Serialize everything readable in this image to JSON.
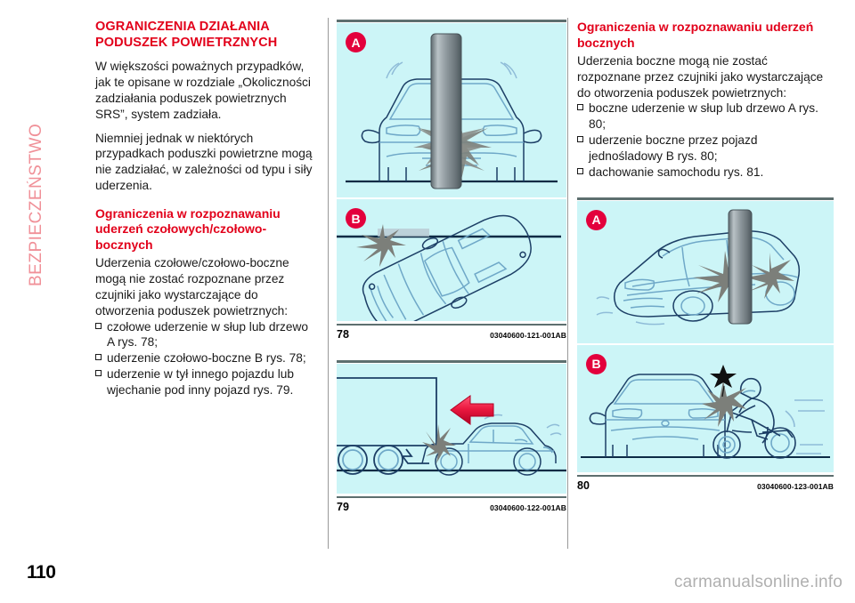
{
  "sidebar": {
    "section_label": "BEZPIECZEŃSTWO"
  },
  "page": {
    "number": "110",
    "watermark": "carmanualsonline.info",
    "accent_red": "#e2001a",
    "badge_red": "#e3003c",
    "panel_bg": "#ccf5f7",
    "rule_color": "#5d6f6f",
    "side_tab_color": "#f09098"
  },
  "column_left": {
    "section_title": "OGRANICZENIA DZIAŁANIA PODUSZEK POWIETRZNYCH",
    "paragraph_1": "W większości poważnych przypadków, jak te opisane w rozdziale „Okoliczności zadziałania poduszek powietrznych SRS”, system zadziała.",
    "paragraph_2": "Niemniej jednak w niektórych przypadkach poduszki powietrzne mogą nie zadziałać, w zależności od typu i siły uderzenia.",
    "sub_title": "Ograniczenia w rozpoznawaniu uderzeń czołowych/czołowo-bocznych",
    "paragraph_3": "Uderzenia czołowe/czołowo-boczne mogą nie zostać rozpoznane przez czujniki jako wystarczające do otworzenia poduszek powietrznych:",
    "bullets": [
      "czołowe uderzenie w słup lub drzewo A rys. 78;",
      "uderzenie czołowo-boczne B rys. 78;",
      "uderzenie w tył innego pojazdu lub wjechanie pod inny pojazd rys. 79."
    ]
  },
  "column_right": {
    "sub_title": "Ograniczenia w rozpoznawaniu uderzeń bocznych",
    "paragraph_1": "Uderzenia boczne mogą nie zostać rozpoznane przez czujniki jako wystarczające do otworzenia poduszek powietrznych:",
    "bullets": [
      "boczne uderzenie w słup lub drzewo A rys. 80;",
      "uderzenie boczne przez pojazd jednośladowy B rys. 80;",
      "dachowanie samochodu rys. 81."
    ]
  },
  "figures": {
    "fig78": {
      "number": "78",
      "code": "03040600-121-001AB",
      "panel_a_badge": "A",
      "panel_b_badge": "B",
      "panel_a_description": "Front view of car impacting a vertical pole",
      "panel_b_description": "Top view of car in oblique frontal impact with a wall"
    },
    "fig79": {
      "number": "79",
      "code": "03040600-122-001AB",
      "description": "Car under-riding the rear of a truck, red arrow indicating impact direction"
    },
    "fig80": {
      "number": "80",
      "code": "03040600-123-001AB",
      "panel_a_badge": "A",
      "panel_b_badge": "B",
      "panel_a_description": "Side impact of car against a vertical pole",
      "panel_b_description": "Motorcycle impacting the side of a car"
    }
  }
}
